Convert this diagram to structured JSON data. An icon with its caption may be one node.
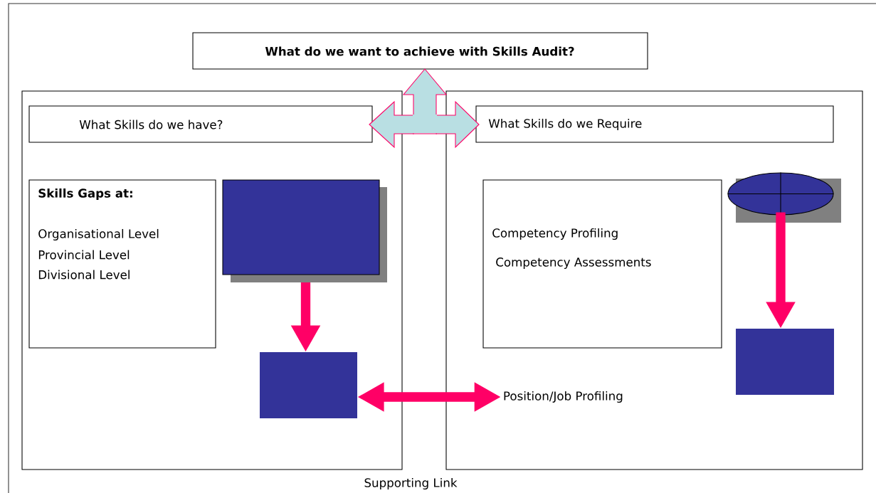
{
  "diagram": {
    "nodes": [
      {
        "text": [
          "What do we want to achieve with Skills Audit?"
        ]
      },
      {
        "text": [],
        "shape": "box"
      },
      {
        "text": [
          "What Skills do we have?"
        ],
        "in": 1
      },
      {
        "text": [
          "Skills Gaps at:",
          "Organisational Level",
          "Provincial Level",
          "Divisional Level"
        ],
        "in": 1
      },
      {
        "text": [],
        "shape": "box",
        "in": 1
      },
      {
        "text": [],
        "shape": "box",
        "in": 1
      },
      {
        "text": [],
        "shape": "box"
      },
      {
        "text": [
          "What Skills do we Require"
        ],
        "in": 6
      },
      {
        "text": [
          "Competency Profiling",
          "Competency Assessments"
        ],
        "in": 6
      },
      {
        "text": [],
        "shape": "ellipse",
        "in": 6
      },
      {
        "text": [],
        "shape": "box",
        "in": 6
      },
      {
        "text": [
          "Position/Job Profiling"
        ],
        "in": 6
      }
    ],
    "edges": [
      {
        "from": null,
        "to": 0,
        "arrow": "to"
      },
      {
        "from": null,
        "to": 2,
        "arrow": "to"
      },
      {
        "from": null,
        "to": 7,
        "arrow": "to"
      },
      {
        "from": 4,
        "to": 5,
        "arrow": "to"
      },
      {
        "from": 9,
        "to": 10,
        "arrow": "to"
      },
      {
        "from": 5,
        "to": 11,
        "arrow": "both"
      }
    ],
    "labels": [
      "Supporting Link"
    ]
  }
}
